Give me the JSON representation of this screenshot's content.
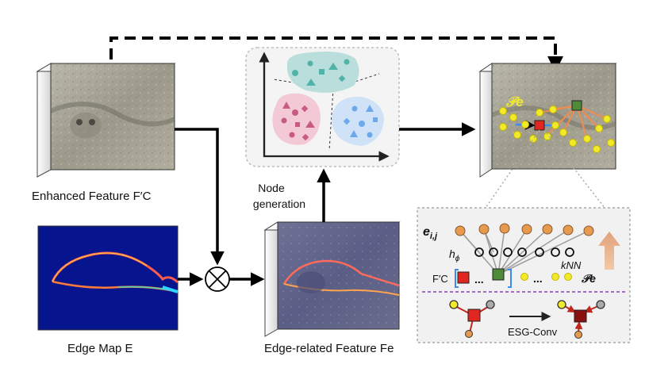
{
  "labels": {
    "enhanced_feature": "Enhanced  Feature F′C",
    "edge_map": "Edge Map E",
    "edge_related_feature": "Edge-related Feature Fe",
    "node_generation_line1": "Node",
    "node_generation_line2": "generation"
  },
  "inset": {
    "e_ij": "e",
    "e_ij_sub": "i,j",
    "h_phi": "h",
    "h_phi_sub": "ϕ",
    "knn": "kNN",
    "f_c": "F′C",
    "p_e": "𝒫e",
    "dots": "...",
    "esg_conv": "ESG-Conv"
  },
  "graph_overlay_label": "𝒫e",
  "colors": {
    "teal_cluster": "#b9dedb",
    "pink_cluster": "#f3c9d6",
    "blue_cluster": "#cfe2f7",
    "node_yellow": "#f1ea2a",
    "node_orange": "#e79a4e",
    "red_node": "#e0261e",
    "green_node": "#4e8a38",
    "edge_orange": "#f08c4f",
    "purple_dashed": "#8a3fb8"
  },
  "icons": {
    "multiply": "circled-times-icon",
    "up_arrow": "up-arrow-icon"
  }
}
